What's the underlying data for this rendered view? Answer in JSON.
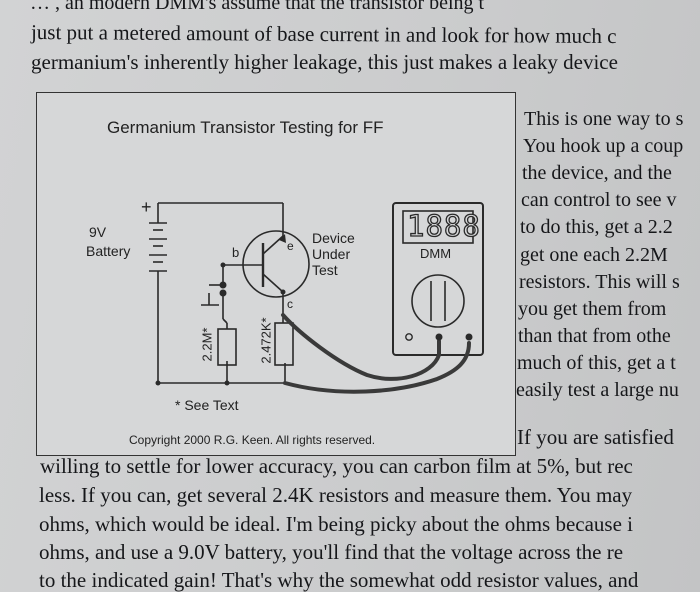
{
  "top_lines": [
    "… , an modern DMM's assume that the transistor being t",
    "just put a metered amount of base current in and look for how much c",
    "germanium's inherently higher leakage, this just makes a leaky device"
  ],
  "right_lines": [
    "This is one way to s",
    "You hook up a coup",
    "the device, and the",
    "can control to see v",
    "to do this, get a 2.2",
    "get one each 2.2M",
    "resistors. This will s",
    "you get them from",
    "than that from othe",
    "much of this, get a t",
    "easily test a large nu",
    "If you are satisfied"
  ],
  "bottom_lines": [
    "willing to settle for lower accuracy, you can carbon film at 5%, but rec",
    "less. If you can, get several 2.4K resistors and measure them. You may",
    "ohms, which would be ideal. I'm being picky about the ohms because i",
    "ohms, and use a 9.0V battery,  you'll find that the voltage across the re",
    "to the indicated gain! That's why the somewhat odd resistor values, and"
  ],
  "figure": {
    "title": "Germanium Transistor Testing for FF",
    "battery_plus": "+",
    "battery_label_1": "9V",
    "battery_label_2": "Battery",
    "pin_e": "e",
    "pin_b": "b",
    "pin_c": "c",
    "dut_1": "Device",
    "dut_2": "Under",
    "dut_3": "Test",
    "display": "1888",
    "dmm_label": "DMM",
    "r1_label": "2.2M*",
    "r2_label": "2.472K*",
    "note": "* See Text",
    "copyright": "Copyright 2000 R.G. Keen. All rights reserved."
  }
}
